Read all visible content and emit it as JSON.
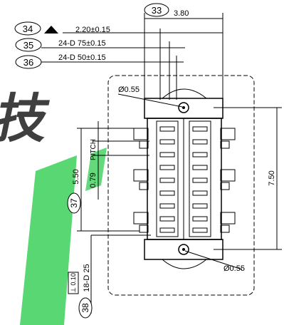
{
  "callouts": {
    "c33": {
      "num": "33",
      "value": "3.80"
    },
    "c34": {
      "num": "34",
      "value": "2.20±0.15"
    },
    "c35": {
      "num": "35",
      "value": "24-D 75±0.15"
    },
    "c36": {
      "num": "36",
      "value": "24-D 50±0.15"
    },
    "c37": {
      "num": "37",
      "value": "5.50"
    },
    "c38": {
      "num": "38",
      "value": "18-D 25"
    }
  },
  "dimensions": {
    "pitch_label": "PITCH",
    "pitch_value": "0.79",
    "height_value": "7.50",
    "hole_top": "Ø0.55",
    "hole_bottom": "Ø0.55",
    "gdt_box": "⊥ 0.10"
  },
  "watermark": {
    "character": "技",
    "accent_color": "#5fb0ea",
    "stroke_color": "#2fc84a"
  }
}
